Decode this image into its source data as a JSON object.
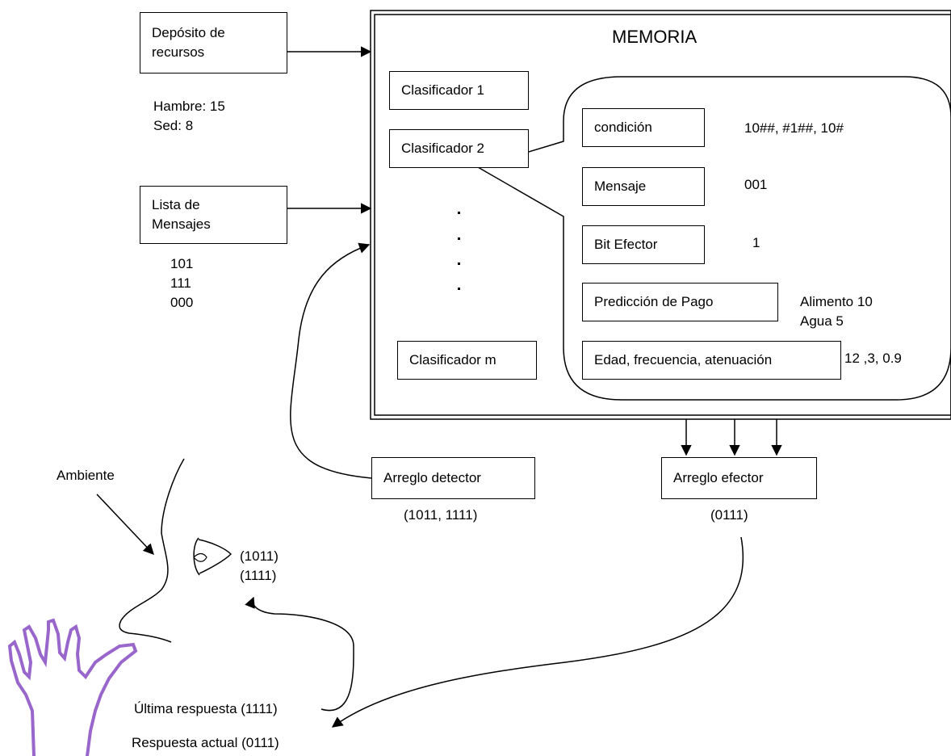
{
  "memory": {
    "title": "MEMORIA",
    "classifiers": [
      "Clasificador 1",
      "Clasificador 2",
      "Clasificador m"
    ],
    "ellipsis": [
      ".",
      ".",
      ".",
      "."
    ]
  },
  "resource_deposit": {
    "label_line1": "Depósito de",
    "label_line2": "recursos",
    "values": [
      "Hambre: 15",
      "Sed: 8"
    ]
  },
  "message_list": {
    "label_line1": "Lista de",
    "label_line2": "Mensajes",
    "values": [
      "101",
      "111",
      "000"
    ]
  },
  "classifier_detail": {
    "fields": [
      {
        "label": "condición",
        "value": "10##, #1##, 10#"
      },
      {
        "label": "Mensaje",
        "value": "001"
      },
      {
        "label": "Bit Efector",
        "value": "1"
      },
      {
        "label": "Predicción de Pago",
        "value_line1": "Alimento 10",
        "value_line2": "Agua 5"
      },
      {
        "label": "Edad, frecuencia, atenuación",
        "value": "12 ,3, 0.9"
      }
    ]
  },
  "detector": {
    "label": "Arreglo detector",
    "value": "(1011, 1111)"
  },
  "effector": {
    "label": "Arreglo efector",
    "value": "(0111)"
  },
  "environment": {
    "label": "Ambiente",
    "eye_values": [
      "(1011)",
      "(1111)"
    ],
    "last_response": "Última respuesta (1111)",
    "current_response": "Respuesta actual (0111)"
  },
  "colors": {
    "hand": "#9966cc",
    "stroke": "#000000"
  }
}
